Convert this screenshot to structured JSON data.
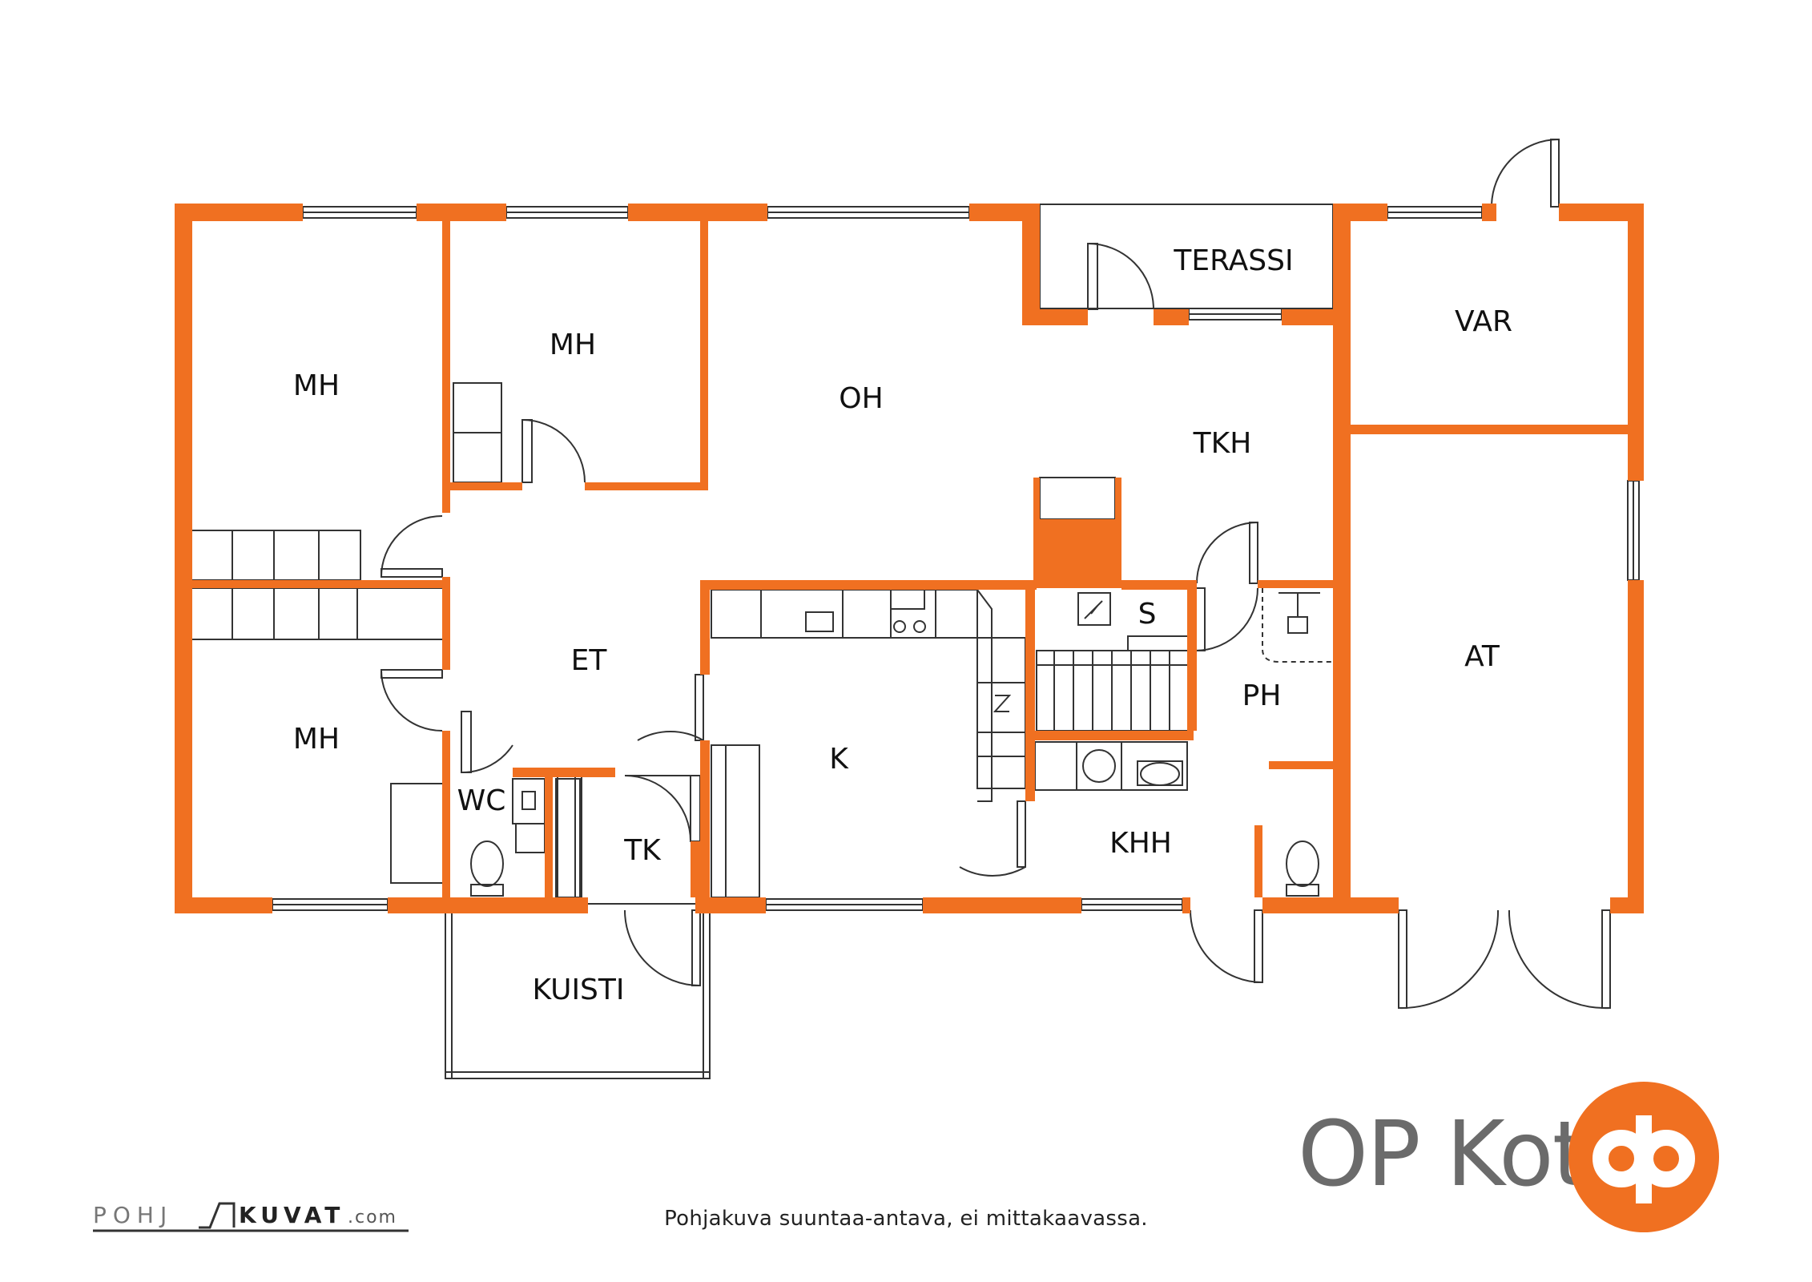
{
  "colors": {
    "wall": "#f07021",
    "line": "#333333",
    "brand_text": "#6b6b6b",
    "logo": "#f07021"
  },
  "rooms": {
    "mh_top_left": "MH",
    "mh_top_mid": "MH",
    "mh_bottom_left": "MH",
    "oh": "OH",
    "terassi": "TERASSI",
    "var": "VAR",
    "tkh": "TKH",
    "et": "ET",
    "k": "K",
    "s": "S",
    "ph": "PH",
    "at": "AT",
    "wc": "WC",
    "tk": "TK",
    "khh": "KHH",
    "kuisti": "KUISTI"
  },
  "caption": "Pohjakuva suuntaa-antava, ei mittakaavassa.",
  "brand": "OP Koti",
  "pohjakuvat": {
    "part1": "POHJ",
    "part2": "KUVAT",
    "part3": ".com"
  }
}
